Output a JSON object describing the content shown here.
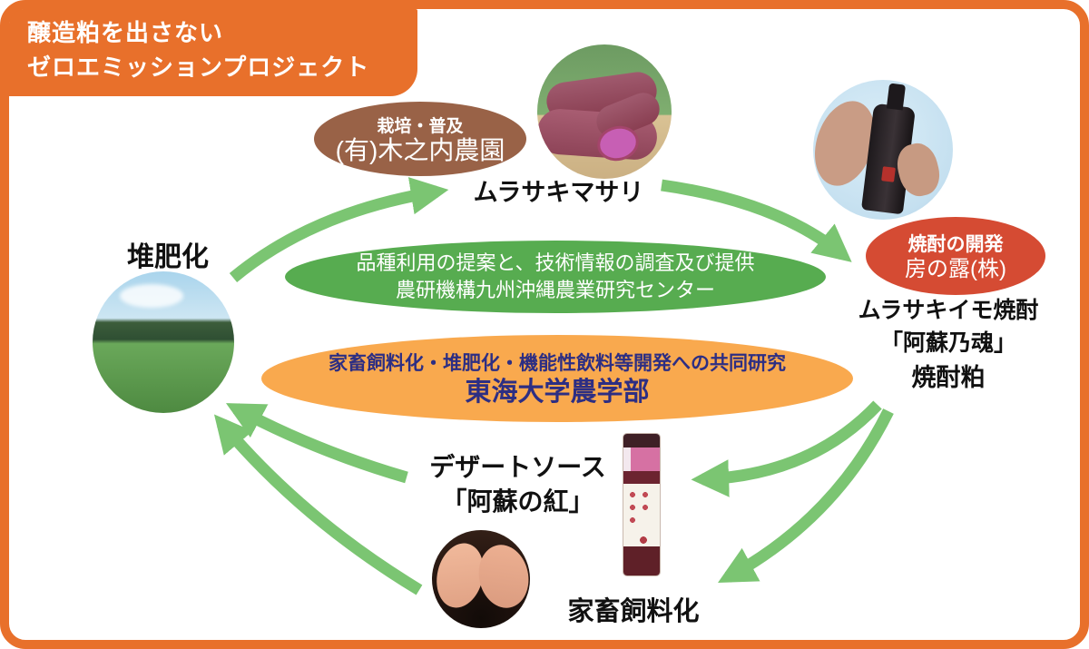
{
  "title": {
    "line1": "醸造粕を出さない",
    "line2": "ゼロエミッションプロジェクト"
  },
  "ellipses": {
    "cultivation": {
      "line1": "栽培・普及",
      "line2": "(有)木之内農園"
    },
    "shochu_dev": {
      "line1": "焼酎の開発",
      "line2": "房の露(株)"
    },
    "variety_research": {
      "line1": "品種利用の提案と、技術情報の調査及び提供",
      "line2": "農研機構九州沖縄農業研究センター"
    },
    "joint_research": {
      "line1": "家畜飼料化・堆肥化・機能性飲料等開発への共同研究",
      "line2": "東海大学農学部"
    }
  },
  "labels": {
    "variety": "ムラサキマサリ",
    "compost": "堆肥化",
    "shochu_line1": "ムラサキイモ焼酎",
    "shochu_line2": "「阿蘇乃魂」",
    "shochu_line3": "焼酎粕",
    "dessert_line1": "デザートソース",
    "dessert_line2": "「阿蘇の紅」",
    "feed": "家畜飼料化"
  },
  "arrows": [
    {
      "from": "堆肥化",
      "to": "ムラサキマサリ"
    },
    {
      "from": "ムラサキマサリ",
      "to": "焼酎の開発 房の露(株)"
    },
    {
      "from": "焼酎粕",
      "to": "デザートソース「阿蘇の紅」"
    },
    {
      "from": "焼酎粕",
      "to": "家畜飼料化"
    },
    {
      "from": "デザートソース「阿蘇の紅」",
      "to": "堆肥化"
    },
    {
      "from": "家畜飼料化",
      "to": "堆肥化"
    }
  ],
  "colors": {
    "frame": "#E8702B",
    "arrow": "#7BC572",
    "brown": "#996247",
    "red": "#D54B33",
    "green": "#57AC50",
    "orange": "#F9A94E",
    "navy": "#2D2E83",
    "text": "#111111"
  }
}
